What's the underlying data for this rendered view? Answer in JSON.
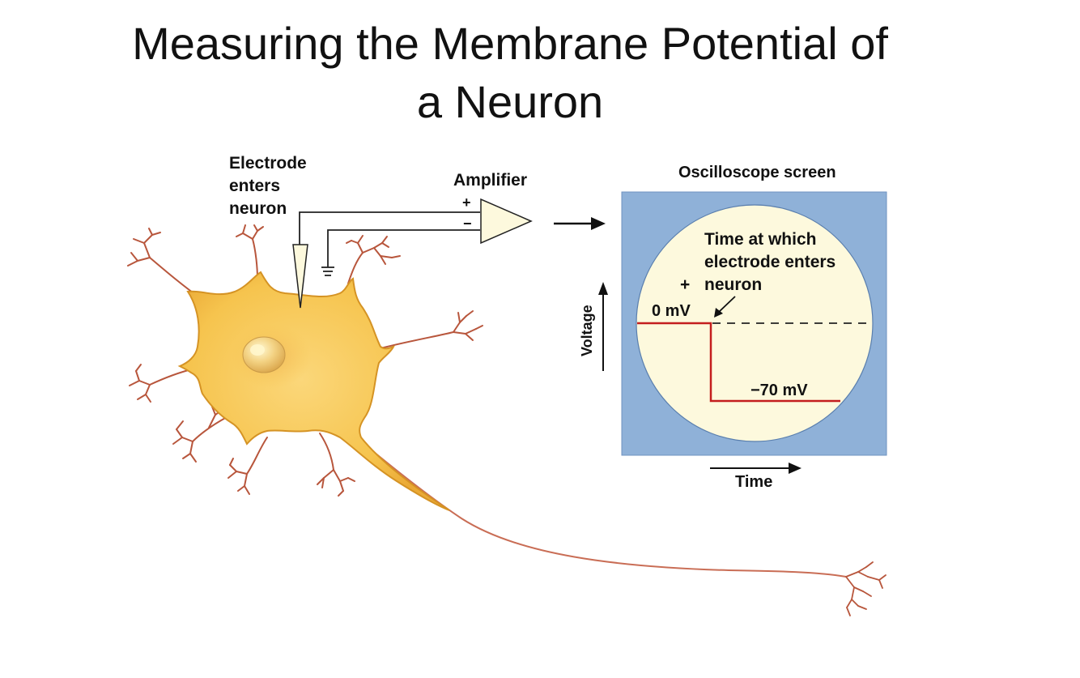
{
  "slide": {
    "title_line1": "Measuring the Membrane Potential of",
    "title_line2": "a Neuron"
  },
  "labels": {
    "electrode_line1": "Electrode",
    "electrode_line2": "enters",
    "electrode_line3": "neuron",
    "amplifier": "Amplifier",
    "plus": "+",
    "minus": "−",
    "oscilloscope": "Oscilloscope screen",
    "annotation_line1": "Time at which",
    "annotation_line2": "electrode enters",
    "annotation_line3": "neuron",
    "screen_plus": "+",
    "zero_mv": "0 mV",
    "neg_seventy_mv": "−70 mV",
    "voltage_axis": "Voltage",
    "time_axis": "Time"
  },
  "colors": {
    "cell_body": "#f6c44e",
    "cell_outline": "#d59324",
    "dendrite": "#b8563c",
    "screen_frame": "#8fb1d8",
    "screen_face": "#fdf9dd",
    "trace": "#c41e1e",
    "amplifier_fill": "#fdf9dd"
  }
}
